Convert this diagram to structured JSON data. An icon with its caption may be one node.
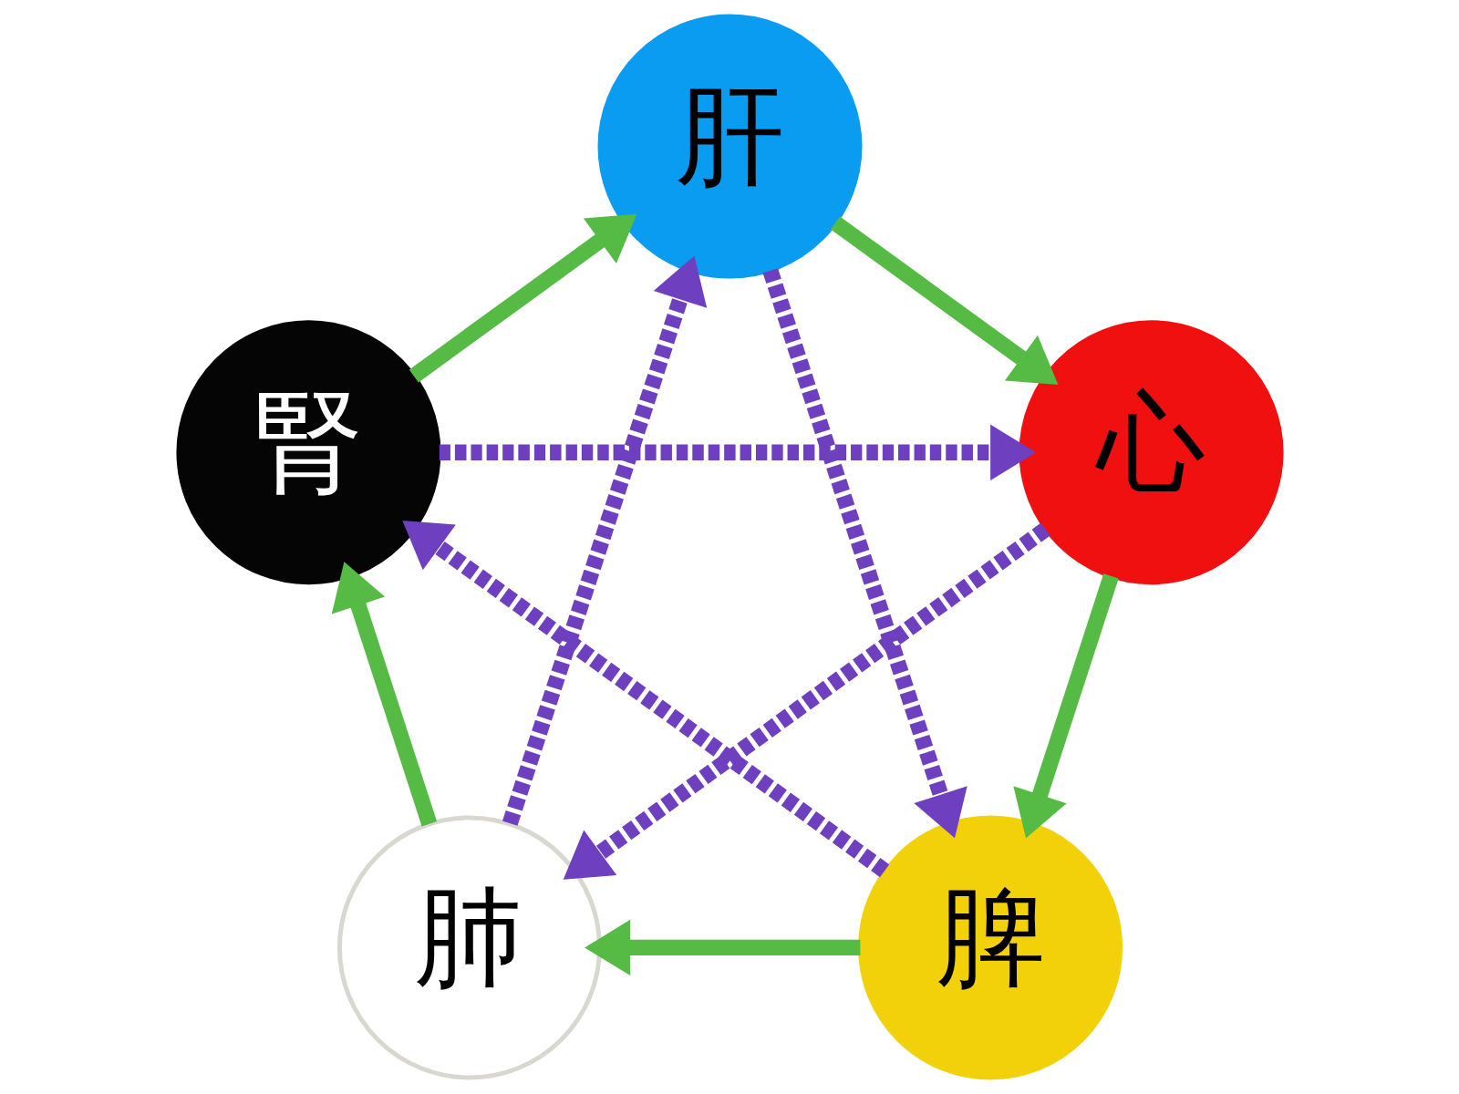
{
  "diagram": {
    "nodes": [
      {
        "text": [
          "肝"
        ]
      },
      {
        "text": [
          "腎"
        ]
      },
      {
        "text": [
          "心"
        ]
      },
      {
        "text": [
          "肺"
        ]
      },
      {
        "text": [
          "脾"
        ]
      }
    ],
    "edges": [
      {
        "from": 1,
        "to": 2,
        "arrow": "to",
        "style": "dashed",
        "color": "#6e3fbf"
      },
      {
        "from": 2,
        "to": 3,
        "arrow": "to",
        "style": "dashed",
        "color": "#6e3fbf"
      },
      {
        "from": 3,
        "to": 0,
        "arrow": "to",
        "style": "dashed",
        "color": "#6e3fbf"
      },
      {
        "from": 0,
        "to": 4,
        "arrow": "to",
        "style": "dashed",
        "color": "#6e3fbf"
      },
      {
        "from": 4,
        "to": 1,
        "arrow": "to",
        "style": "dashed",
        "color": "#6e3fbf"
      },
      {
        "from": 0,
        "to": 2,
        "arrow": "to",
        "color": "#55bb44"
      },
      {
        "from": 2,
        "to": 4,
        "arrow": "to",
        "color": "#55bb44"
      },
      {
        "from": 4,
        "to": 3,
        "arrow": "to",
        "color": "#55bb44"
      },
      {
        "from": 3,
        "to": 1,
        "arrow": "to",
        "color": "#55bb44"
      },
      {
        "from": 1,
        "to": 0,
        "arrow": "to",
        "color": "#55bb44"
      }
    ]
  }
}
